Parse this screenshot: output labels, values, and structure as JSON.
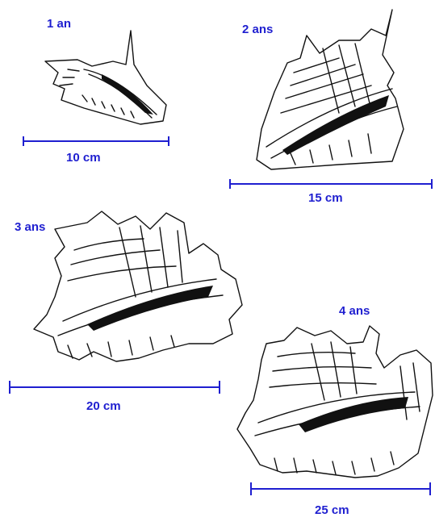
{
  "colors": {
    "accent": "#1f1fd0",
    "ink": "#111111"
  },
  "stages": [
    {
      "age": "1 an",
      "size": "10 cm",
      "icon": "small-conch-shell-illustration"
    },
    {
      "age": "2 ans",
      "size": "15 cm",
      "icon": "young-conch-shell-illustration"
    },
    {
      "age": "3 ans",
      "size": "20 cm",
      "icon": "juvenile-conch-shell-illustration"
    },
    {
      "age": "4 ans",
      "size": "25 cm",
      "icon": "adult-conch-shell-illustration"
    }
  ]
}
